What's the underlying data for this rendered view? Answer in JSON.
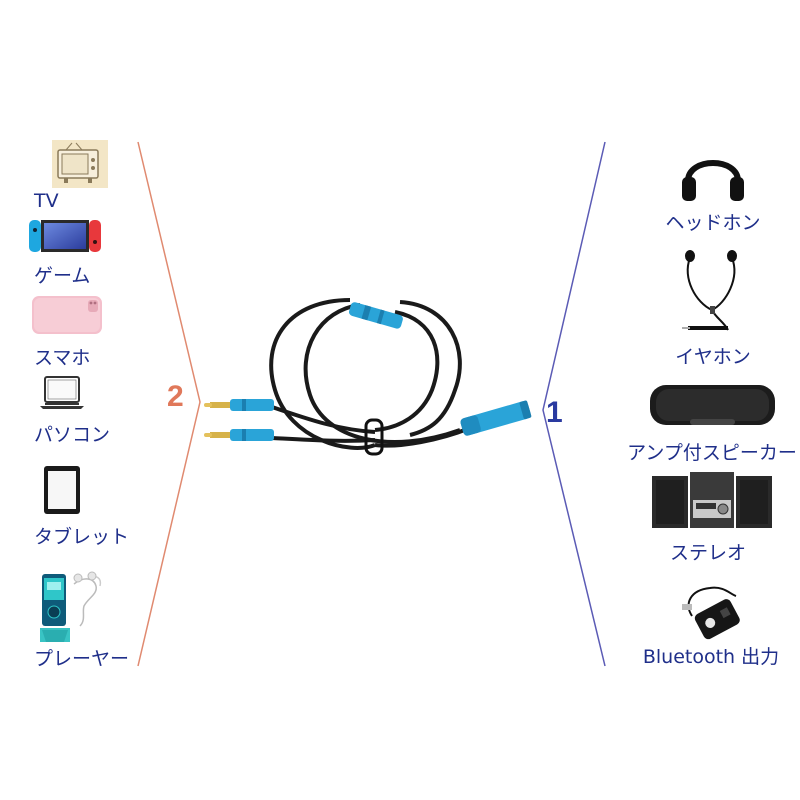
{
  "colors": {
    "label": "#1f2f8a",
    "left_bracket": "#e08a70",
    "right_bracket": "#5b5bb5",
    "number_left": "#e0785a",
    "number_right": "#2a3aa0",
    "cable": "#1a1a1a",
    "connector": "#2aa4d8"
  },
  "left_side": {
    "number": "2",
    "devices": [
      {
        "label": "TV",
        "icon": "tv-icon"
      },
      {
        "label": "ゲーム",
        "icon": "game-console-icon"
      },
      {
        "label": "スマホ",
        "icon": "smartphone-icon"
      },
      {
        "label": "パソコン",
        "icon": "laptop-icon"
      },
      {
        "label": "タブレット",
        "icon": "tablet-icon"
      },
      {
        "label": "プレーヤー",
        "icon": "music-player-icon"
      }
    ]
  },
  "right_side": {
    "number": "1",
    "devices": [
      {
        "label": "ヘッドホン",
        "icon": "headphones-icon"
      },
      {
        "label": "イヤホン",
        "icon": "earphones-icon"
      },
      {
        "label": "アンプ付スピーカー",
        "icon": "speaker-icon"
      },
      {
        "label": "ステレオ",
        "icon": "stereo-icon"
      },
      {
        "label": "Bluetooth 出力",
        "icon": "bluetooth-transmitter-icon"
      }
    ]
  },
  "center": {
    "icon": "splitter-cable-icon"
  }
}
